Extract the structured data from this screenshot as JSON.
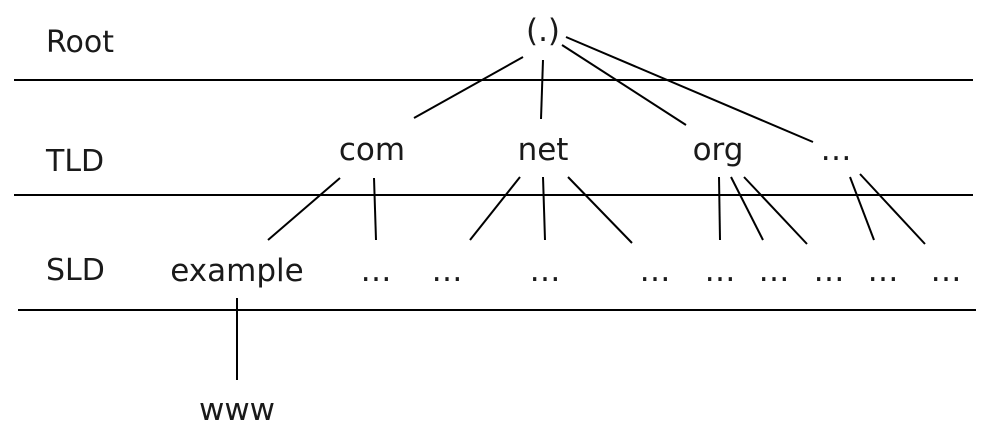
{
  "levels": {
    "root": "Root",
    "tld": "TLD",
    "sld": "SLD"
  },
  "root_node": "(.)",
  "tld_nodes": {
    "com": "com",
    "net": "net",
    "org": "org",
    "more": "…"
  },
  "sld_nodes": {
    "example": "example",
    "com_more": "…",
    "net_more_1": "…",
    "net_more_2": "…",
    "net_more_3": "…",
    "org_more_1": "…",
    "org_more_2": "…",
    "org_more_3": "…",
    "more_more_1": "…",
    "more_more_2": "…"
  },
  "subdomain": "www"
}
